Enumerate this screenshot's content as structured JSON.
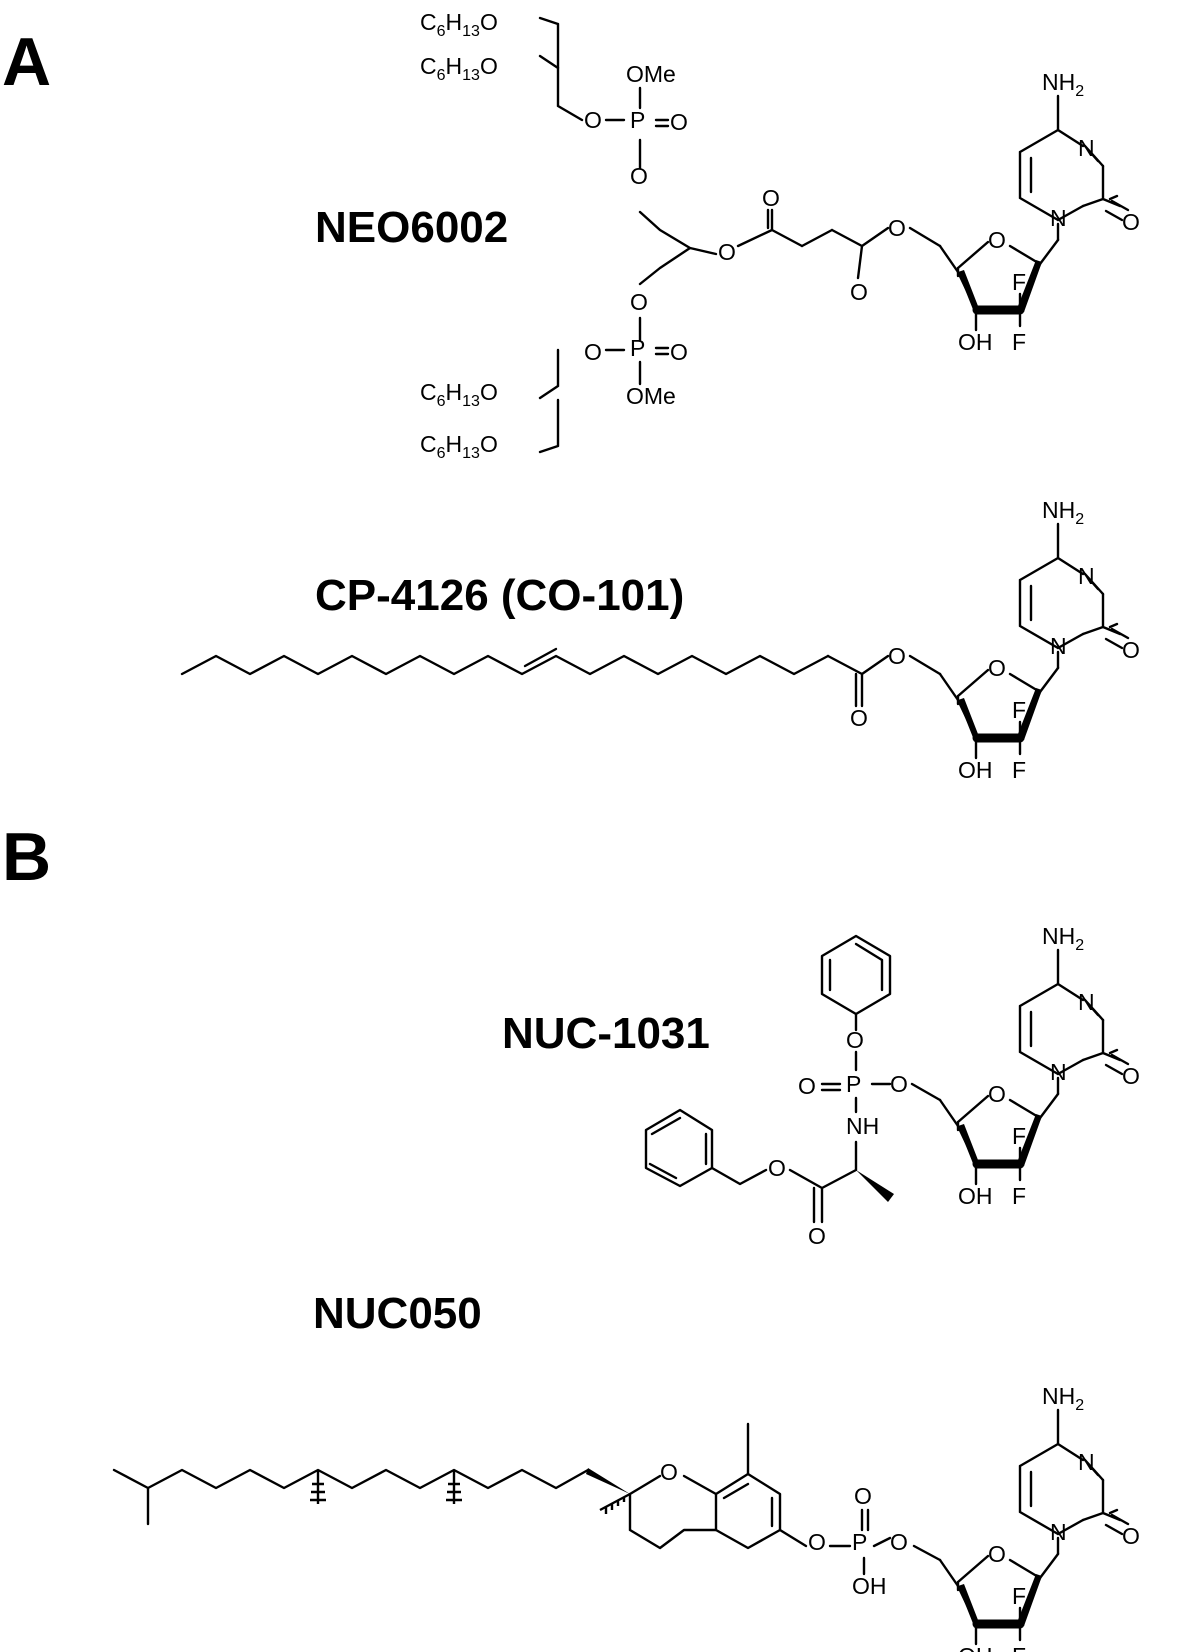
{
  "panels": [
    {
      "label": "A"
    },
    {
      "label": "B"
    }
  ],
  "compounds": [
    {
      "name": "NEO6002"
    },
    {
      "name": "CP-4126 (CO-101)"
    },
    {
      "name": "NUC-1031"
    },
    {
      "name": "NUC050"
    }
  ],
  "atoms": {
    "o": "O",
    "oh": "OH",
    "n": "N",
    "nh": "NH",
    "nh_base": "NH",
    "nh_sub": "2",
    "f": "F",
    "p": "P",
    "ome": "OMe",
    "c": "C",
    "c_sub6": "6",
    "h": "H",
    "h_sub13": "13",
    "dash": "–"
  }
}
